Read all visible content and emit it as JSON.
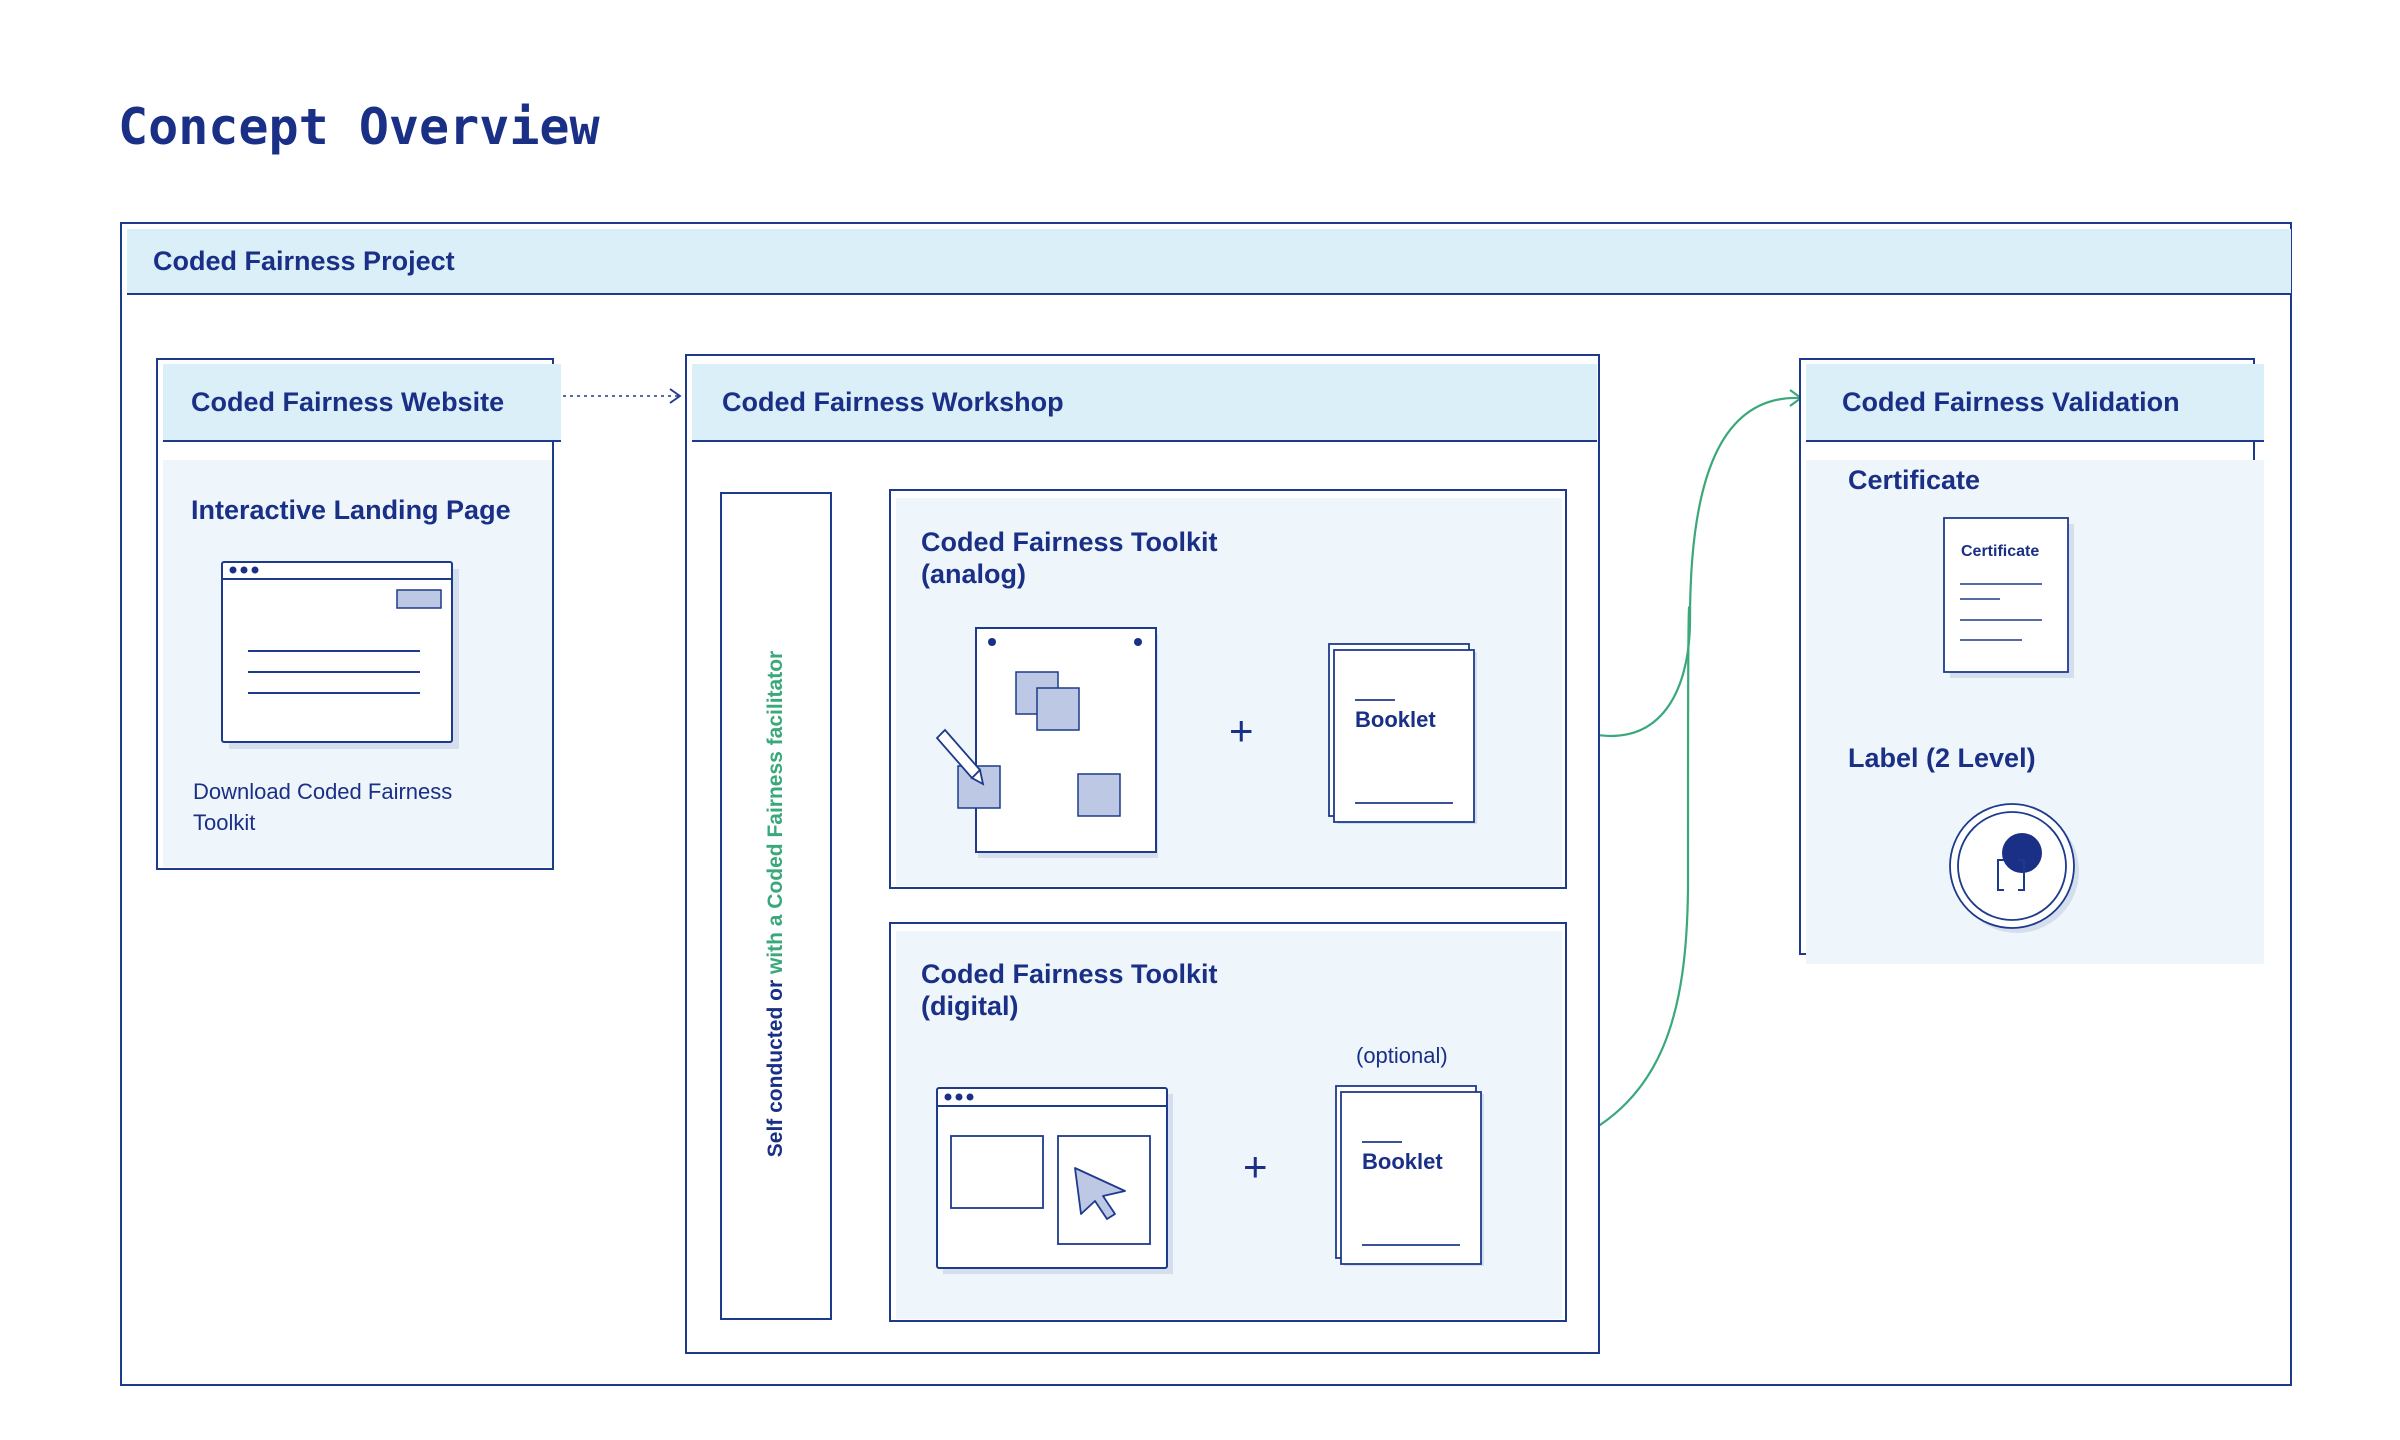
{
  "page": {
    "title": "Concept Overview"
  },
  "project": {
    "title": "Coded Fairness Project"
  },
  "website": {
    "title": "Coded Fairness Website",
    "subtitle": "Interactive Landing Page",
    "download_text": "Download Coded Fairness Toolkit"
  },
  "workshop": {
    "title": "Coded Fairness Workshop",
    "mode_text_a": "Self conducted or ",
    "mode_text_b": "with a Coded Fairness facilitator",
    "analog": {
      "title": "Coded Fairness Toolkit (analog)",
      "booklet": "Booklet",
      "plus": "+"
    },
    "digital": {
      "title": "Coded Fairness Toolkit (digital)",
      "booklet": "Booklet",
      "optional": "(optional)",
      "plus": "+"
    }
  },
  "validation": {
    "title": "Coded Fairness Validation",
    "certificate_label": "Certificate",
    "certificate_doc_title": "Certificate",
    "label_text": "Label (2 Level)"
  },
  "colors": {
    "navy": "#1a2f86",
    "accent_green": "#3aa87a",
    "panel_fill": "#eef6fc",
    "header_fill": "#dbeff8"
  }
}
